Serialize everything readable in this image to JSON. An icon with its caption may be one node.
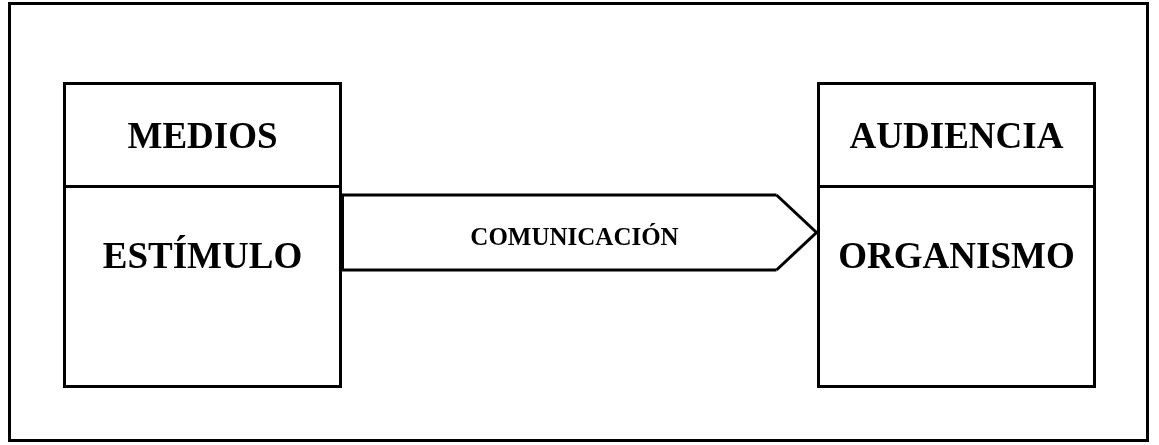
{
  "diagram": {
    "nodes": [
      {
        "text": [
          "MEDIOS",
          "ESTÍMULO"
        ]
      },
      {
        "text": [
          "AUDIENCIA",
          "ORGANISMO"
        ]
      }
    ],
    "edges": [
      {
        "from": 0,
        "to": 1,
        "arrow": "to",
        "label": "COMUNICACIÓN"
      }
    ]
  }
}
